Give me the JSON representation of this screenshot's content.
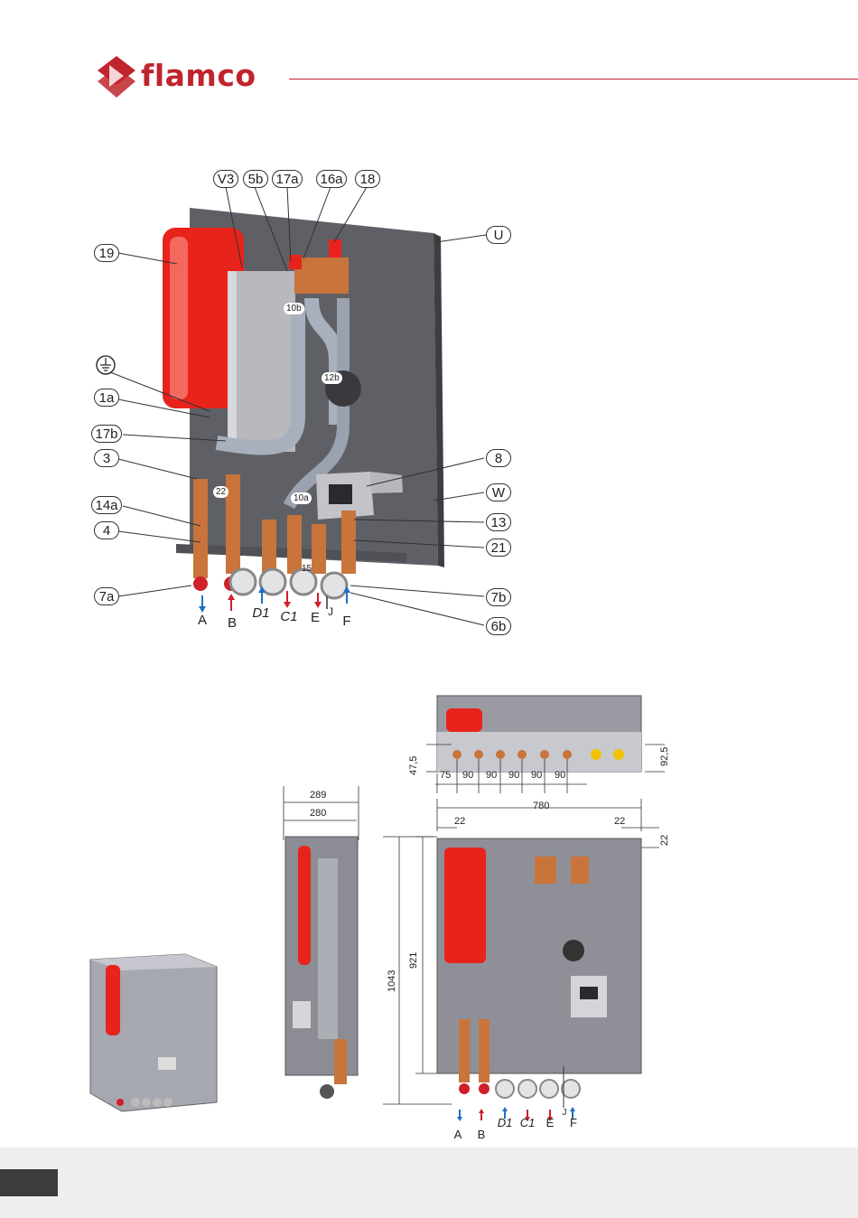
{
  "brand": {
    "name": "flamco"
  },
  "callouts_top": [
    "V3",
    "5b",
    "17a",
    "16a",
    "18"
  ],
  "callouts_left": [
    "19",
    "1a",
    "17b",
    "3",
    "14a",
    "4",
    "7a"
  ],
  "callouts_right": [
    "U",
    "8",
    "W",
    "13",
    "21",
    "7b",
    "6b"
  ],
  "inner_labels": [
    "10b",
    "12b",
    "22",
    "10a",
    "15"
  ],
  "ports": [
    "A",
    "B",
    "D1",
    "C1",
    "E",
    "J",
    "F"
  ],
  "dimensions": {
    "top_left_v": "47,5",
    "top_right_v": "92,5",
    "spacings": [
      "75",
      "90",
      "90",
      "90",
      "90",
      "90"
    ],
    "total_width": "780",
    "side_outer": "289",
    "side_inner": "280",
    "margin_left": "22",
    "margin_right": "22",
    "margin_top": "22",
    "total_height": "1043",
    "inner_height": "921"
  },
  "colors": {
    "brand": "#c0242d",
    "tank": "#e8231c",
    "copper": "#c9743a",
    "inlet_arrow": "#1f6fc4",
    "outlet_arrow": "#d0202a"
  }
}
